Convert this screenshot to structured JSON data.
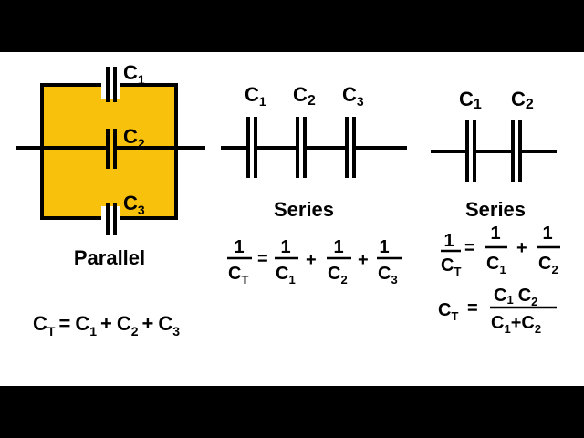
{
  "parallel": {
    "title": "Parallel",
    "cap_letter": "C",
    "cap_subs": [
      "1",
      "2",
      "3"
    ],
    "formula": {
      "lhs_letter": "C",
      "lhs_sub": "T",
      "equals": "=",
      "terms": [
        {
          "letter": "C",
          "sub": "1"
        },
        {
          "letter": "C",
          "sub": "2"
        },
        {
          "letter": "C",
          "sub": "3"
        }
      ],
      "plus": "+"
    }
  },
  "series3": {
    "title": "Series",
    "cap_letter": "C",
    "cap_subs": [
      "1",
      "2",
      "3"
    ],
    "formula": {
      "numerator": "1",
      "lhs_letter": "C",
      "lhs_sub": "T",
      "equals": "=",
      "plus": "+"
    }
  },
  "series2": {
    "title": "Series",
    "cap_letter": "C",
    "cap_subs": [
      "1",
      "2"
    ],
    "formula1": {
      "numerator": "1",
      "lhs_letter": "C",
      "lhs_sub": "T",
      "equals": "=",
      "plus": "+"
    },
    "formula2": {
      "lhs_letter": "C",
      "lhs_sub": "T",
      "equals": "=",
      "plus": "+"
    }
  },
  "colors": {
    "parallel_fill": "#F8C10B",
    "ink": "#000000",
    "board": "#FFFFFF",
    "letterbox": "#000000"
  }
}
